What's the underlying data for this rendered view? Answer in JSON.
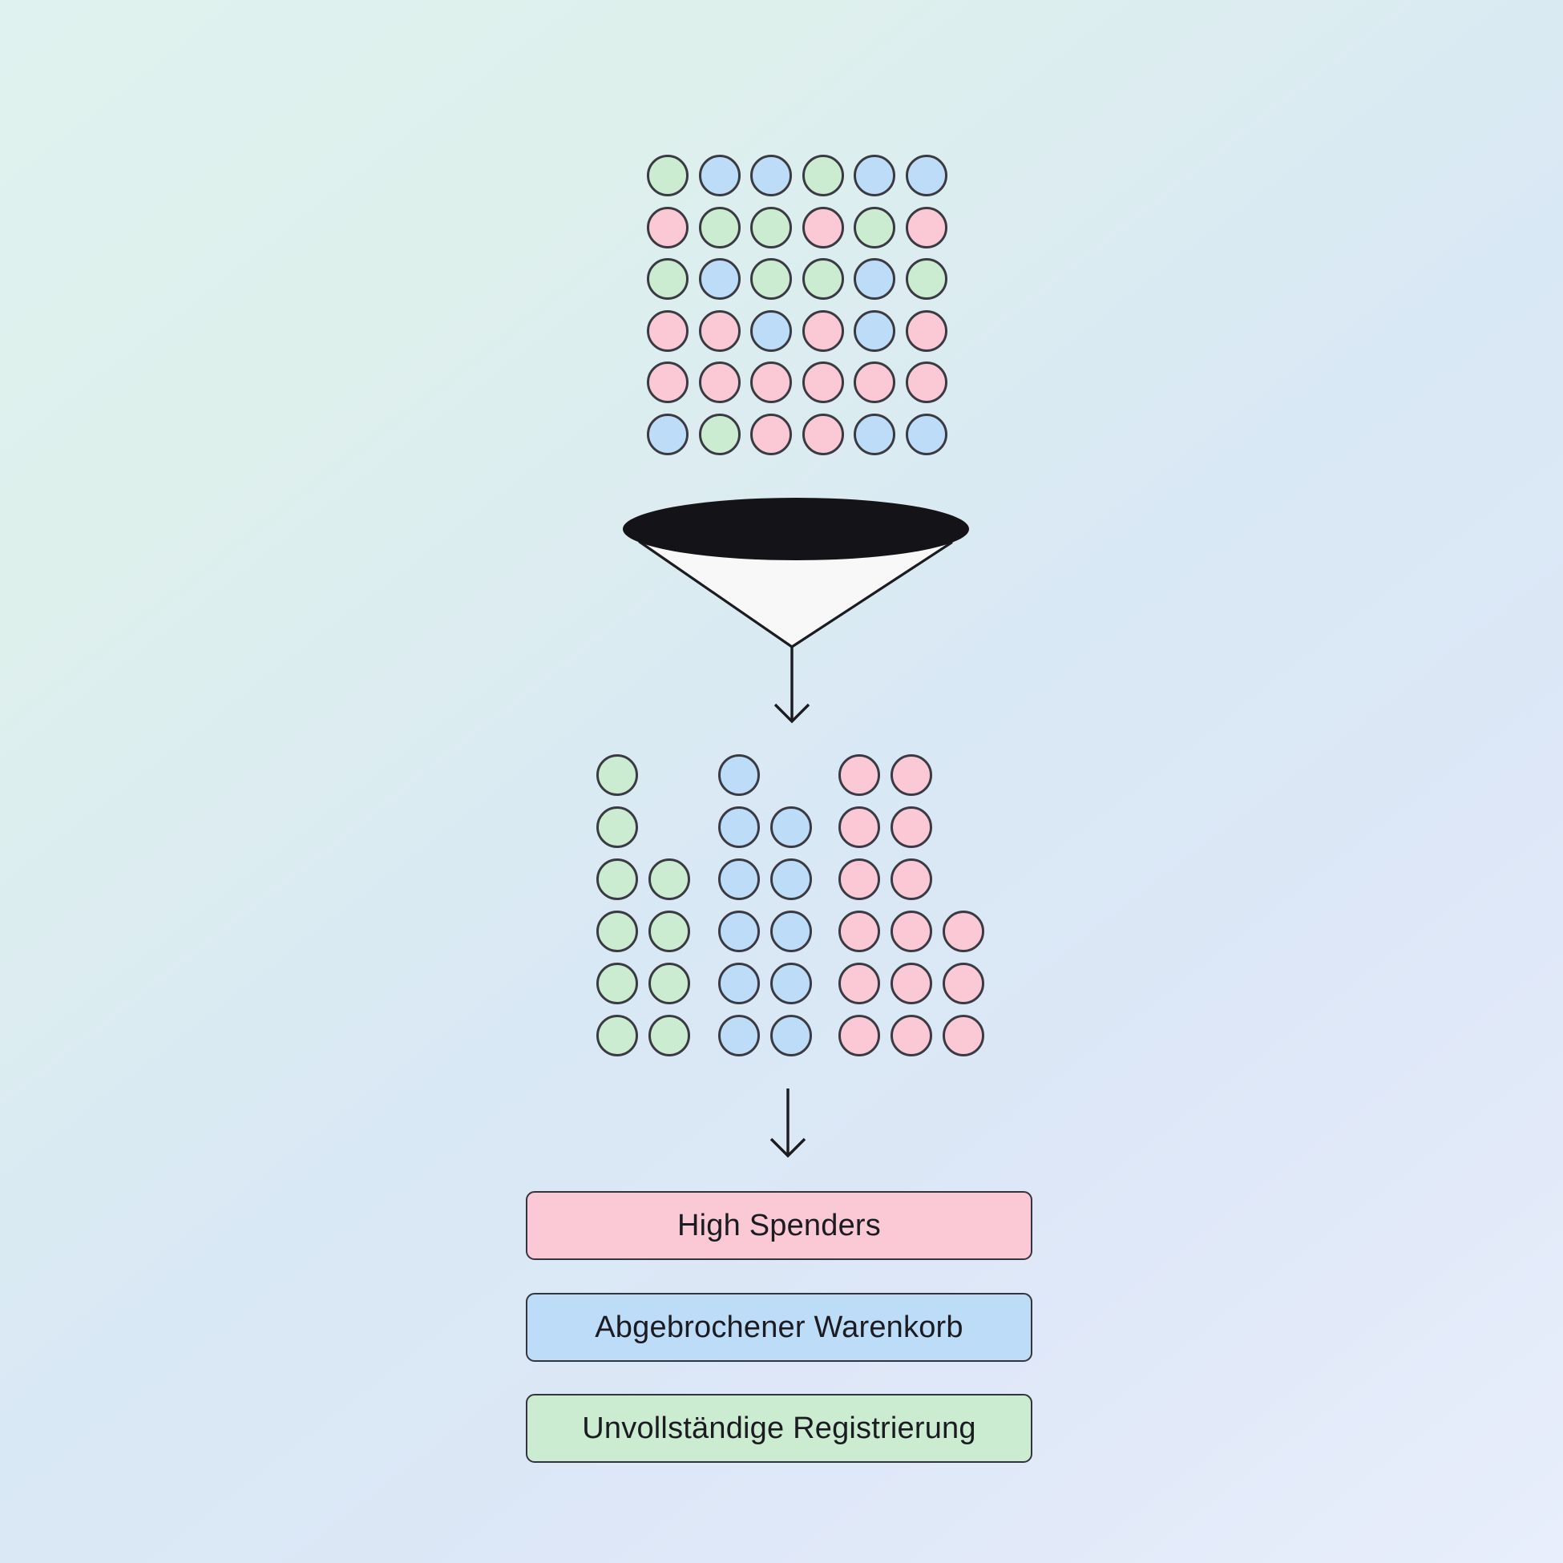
{
  "palette": {
    "green": "#cbecd0",
    "blue": "#bddcf8",
    "pink": "#fac9d5",
    "dot_stroke": "#3a3a42",
    "box_stroke": "#34343c",
    "funnel_dark": "#141418",
    "funnel_light": "#f8f8f8",
    "line": "#1b1b20",
    "text": "#1b1b22",
    "bg_a": "#e0f2ef",
    "bg_b": "#d9e8f5",
    "bg_c": "#e8eefb"
  },
  "top_grid": {
    "description": "6x6 grid of mixed customer dots before segmentation",
    "rows": [
      "GBBGBB",
      "PGGPGP",
      "GBGGBG",
      "PPBPBP",
      "PPPPPP",
      "BGPPBB"
    ]
  },
  "clusters": [
    {
      "color": "green",
      "count": 10,
      "rows": [
        "X.",
        "X.",
        "XX",
        "XX",
        "XX",
        "XX"
      ]
    },
    {
      "color": "blue",
      "count": 11,
      "rows": [
        "X.",
        "XX",
        "XX",
        "XX",
        "XX",
        "XX"
      ]
    },
    {
      "color": "pink",
      "count": 15,
      "rows": [
        "XX.",
        "XX.",
        "XX.",
        "XXX",
        "XXX",
        "XXX"
      ]
    }
  ],
  "labels": [
    {
      "text": "High Spenders",
      "color": "pink"
    },
    {
      "text": "Abgebrochener Warenkorb",
      "color": "blue"
    },
    {
      "text": "Unvollständige Registrierung",
      "color": "green"
    }
  ],
  "icons": {
    "funnel": "funnel-icon",
    "arrow_down": "arrow-down-icon"
  }
}
